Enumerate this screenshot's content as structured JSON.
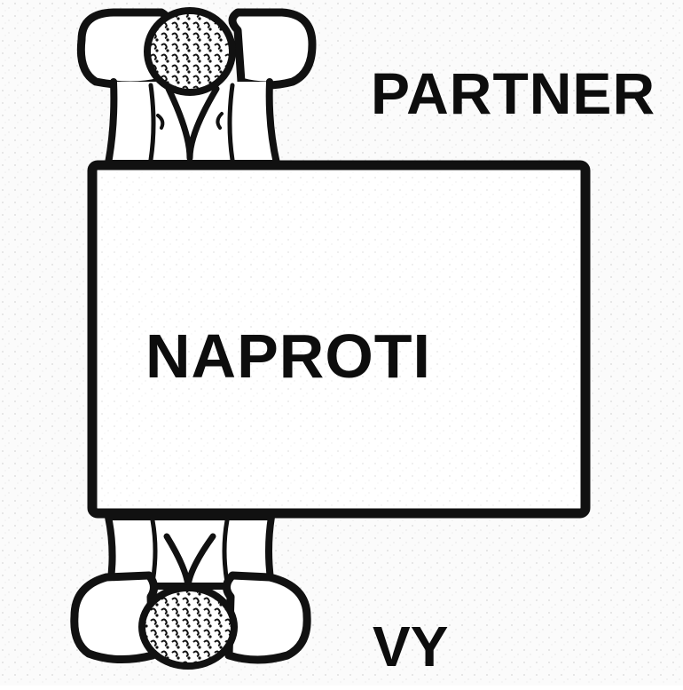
{
  "labels": {
    "partner": "PARTNER",
    "table": "NAPROTI",
    "you": "VY"
  },
  "colors": {
    "ink": "#111111",
    "paper": "#fbfbfb",
    "table_fill": "#ffffff",
    "speckle": "#dcdcdc"
  }
}
